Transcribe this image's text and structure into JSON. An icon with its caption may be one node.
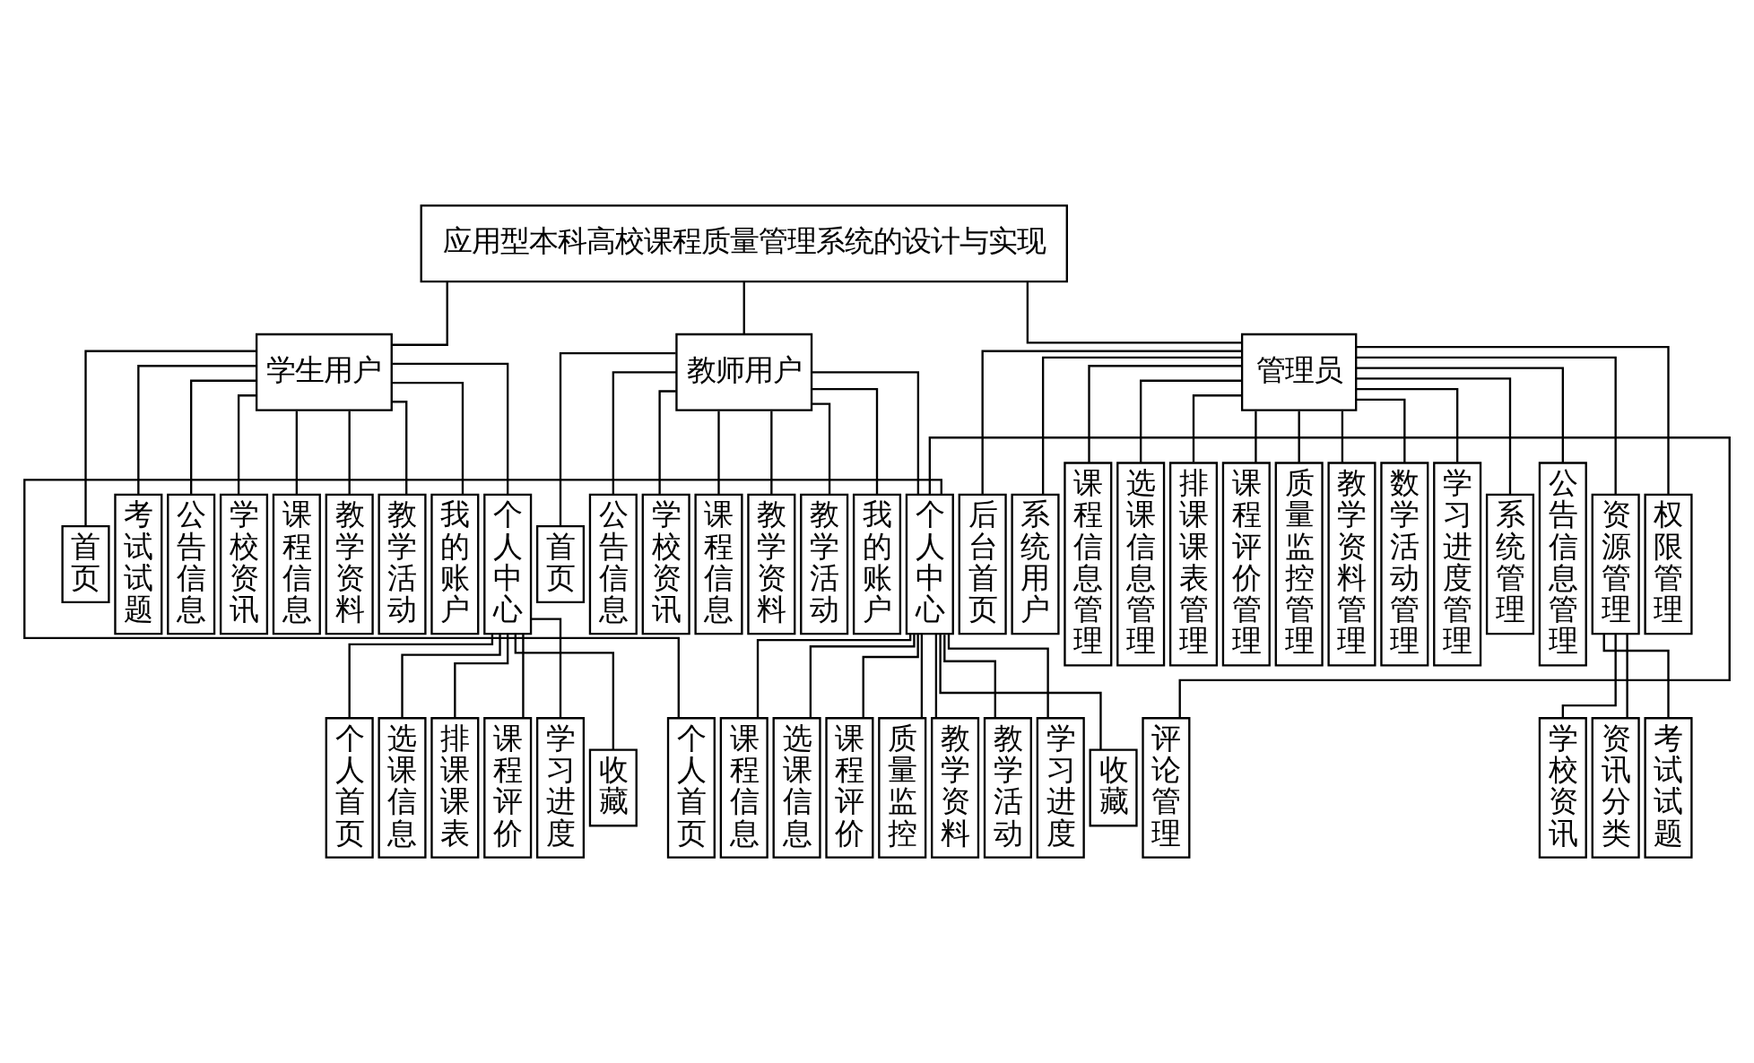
{
  "diagram": {
    "nodes": [
      {
        "text": [
          "应用型本科高校课程质量管理系统的设计与实现"
        ]
      },
      {
        "text": [
          "学生用户"
        ]
      },
      {
        "text": [
          "教师用户"
        ]
      },
      {
        "text": [
          "管理员"
        ]
      },
      {
        "text": [
          "首页"
        ]
      },
      {
        "text": [
          "考试试题"
        ]
      },
      {
        "text": [
          "公告信息"
        ]
      },
      {
        "text": [
          "学校资讯"
        ]
      },
      {
        "text": [
          "课程信息"
        ]
      },
      {
        "text": [
          "教学资料"
        ]
      },
      {
        "text": [
          "教学活动"
        ]
      },
      {
        "text": [
          "我的账户"
        ]
      },
      {
        "text": [
          "个人中心"
        ]
      },
      {
        "text": [
          "首页"
        ]
      },
      {
        "text": [
          "公告信息"
        ]
      },
      {
        "text": [
          "学校资讯"
        ]
      },
      {
        "text": [
          "课程信息"
        ]
      },
      {
        "text": [
          "教学资料"
        ]
      },
      {
        "text": [
          "教学活动"
        ]
      },
      {
        "text": [
          "我的账户"
        ]
      },
      {
        "text": [
          "个人中心"
        ]
      },
      {
        "text": [
          "后台首页"
        ]
      },
      {
        "text": [
          "系统用户"
        ]
      },
      {
        "text": [
          "课程信息管理"
        ]
      },
      {
        "text": [
          "选课信息管理"
        ]
      },
      {
        "text": [
          "排课课表管理"
        ]
      },
      {
        "text": [
          "课程评价管理"
        ]
      },
      {
        "text": [
          "质量监控管理"
        ]
      },
      {
        "text": [
          "教学资料管理"
        ]
      },
      {
        "text": [
          "数学活动管理"
        ]
      },
      {
        "text": [
          "学习进度管理"
        ]
      },
      {
        "text": [
          "系统管理"
        ]
      },
      {
        "text": [
          "公告信息管理"
        ]
      },
      {
        "text": [
          "资源管理"
        ]
      },
      {
        "text": [
          "权限管理"
        ]
      },
      {
        "text": [
          "个人首页"
        ]
      },
      {
        "text": [
          "选课信息"
        ]
      },
      {
        "text": [
          "排课课表"
        ]
      },
      {
        "text": [
          "课程评价"
        ]
      },
      {
        "text": [
          "学习进度"
        ]
      },
      {
        "text": [
          "收藏"
        ]
      },
      {
        "text": [
          "个人首页"
        ]
      },
      {
        "text": [
          "课程信息"
        ]
      },
      {
        "text": [
          "选课信息"
        ]
      },
      {
        "text": [
          "课程评价"
        ]
      },
      {
        "text": [
          "质量监控"
        ]
      },
      {
        "text": [
          "教学资料"
        ]
      },
      {
        "text": [
          "教学活动"
        ]
      },
      {
        "text": [
          "学习进度"
        ]
      },
      {
        "text": [
          "收藏"
        ]
      },
      {
        "text": [
          "评论管理"
        ]
      },
      {
        "text": [
          "学校资讯"
        ]
      },
      {
        "text": [
          "资讯分类"
        ]
      },
      {
        "text": [
          "考试试题"
        ]
      }
    ],
    "edges": [
      {
        "from": 0,
        "to": 1,
        "arrow": "none"
      },
      {
        "from": 0,
        "to": 2,
        "arrow": "none"
      },
      {
        "from": 0,
        "to": 3,
        "arrow": "none"
      },
      {
        "from": 1,
        "to": 4,
        "arrow": "none"
      },
      {
        "from": 1,
        "to": 5,
        "arrow": "none"
      },
      {
        "from": 1,
        "to": 6,
        "arrow": "none"
      },
      {
        "from": 1,
        "to": 7,
        "arrow": "none"
      },
      {
        "from": 1,
        "to": 8,
        "arrow": "none"
      },
      {
        "from": 1,
        "to": 9,
        "arrow": "none"
      },
      {
        "from": 1,
        "to": 10,
        "arrow": "none"
      },
      {
        "from": 1,
        "to": 11,
        "arrow": "none"
      },
      {
        "from": 1,
        "to": 12,
        "arrow": "none"
      },
      {
        "from": 2,
        "to": 13,
        "arrow": "none"
      },
      {
        "from": 2,
        "to": 14,
        "arrow": "none"
      },
      {
        "from": 2,
        "to": 15,
        "arrow": "none"
      },
      {
        "from": 2,
        "to": 16,
        "arrow": "none"
      },
      {
        "from": 2,
        "to": 17,
        "arrow": "none"
      },
      {
        "from": 2,
        "to": 18,
        "arrow": "none"
      },
      {
        "from": 2,
        "to": 19,
        "arrow": "none"
      },
      {
        "from": 2,
        "to": 20,
        "arrow": "none"
      },
      {
        "from": 3,
        "to": 21,
        "arrow": "none"
      },
      {
        "from": 3,
        "to": 22,
        "arrow": "none"
      },
      {
        "from": 3,
        "to": 23,
        "arrow": "none"
      },
      {
        "from": 3,
        "to": 24,
        "arrow": "none"
      },
      {
        "from": 3,
        "to": 25,
        "arrow": "none"
      },
      {
        "from": 3,
        "to": 26,
        "arrow": "none"
      },
      {
        "from": 3,
        "to": 27,
        "arrow": "none"
      },
      {
        "from": 3,
        "to": 28,
        "arrow": "none"
      },
      {
        "from": 3,
        "to": 29,
        "arrow": "none"
      },
      {
        "from": 3,
        "to": 30,
        "arrow": "none"
      },
      {
        "from": 3,
        "to": 31,
        "arrow": "none"
      },
      {
        "from": 3,
        "to": 32,
        "arrow": "none"
      },
      {
        "from": 3,
        "to": 33,
        "arrow": "none"
      },
      {
        "from": 3,
        "to": 34,
        "arrow": "none"
      },
      {
        "from": 12,
        "to": 35,
        "arrow": "none"
      },
      {
        "from": 12,
        "to": 36,
        "arrow": "none"
      },
      {
        "from": 12,
        "to": 37,
        "arrow": "none"
      },
      {
        "from": 12,
        "to": 38,
        "arrow": "none"
      },
      {
        "from": 12,
        "to": 39,
        "arrow": "none"
      },
      {
        "from": 12,
        "to": 40,
        "arrow": "none"
      },
      {
        "from": 20,
        "to": 41,
        "arrow": "none"
      },
      {
        "from": 20,
        "to": 42,
        "arrow": "none"
      },
      {
        "from": 20,
        "to": 43,
        "arrow": "none"
      },
      {
        "from": 20,
        "to": 44,
        "arrow": "none"
      },
      {
        "from": 20,
        "to": 45,
        "arrow": "none"
      },
      {
        "from": 20,
        "to": 46,
        "arrow": "none"
      },
      {
        "from": 20,
        "to": 47,
        "arrow": "none"
      },
      {
        "from": 20,
        "to": 48,
        "arrow": "none"
      },
      {
        "from": 20,
        "to": 49,
        "arrow": "none"
      },
      {
        "from": 20,
        "to": 50,
        "arrow": "none"
      },
      {
        "from": 33,
        "to": 51,
        "arrow": "none"
      },
      {
        "from": 33,
        "to": 52,
        "arrow": "none"
      },
      {
        "from": 33,
        "to": 53,
        "arrow": "none"
      }
    ]
  }
}
